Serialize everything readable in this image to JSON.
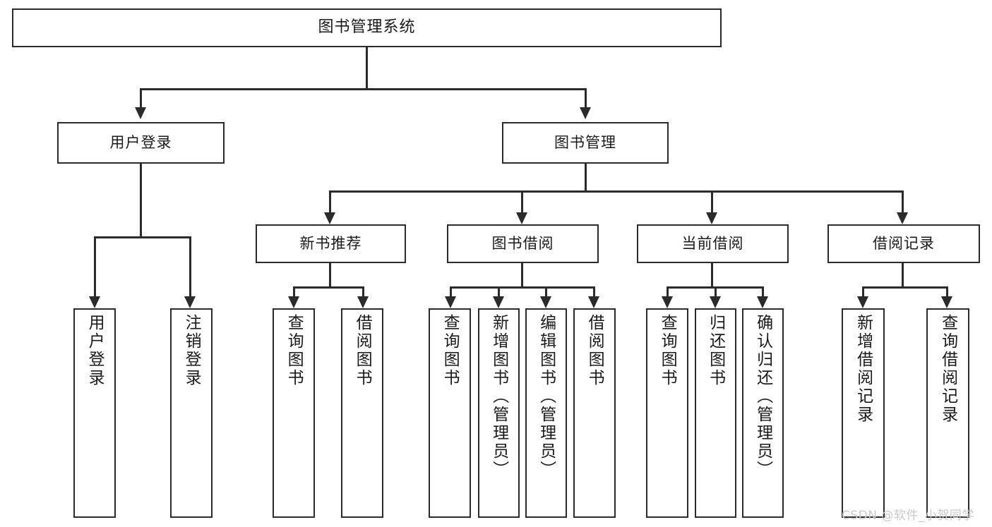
{
  "diagram": {
    "type": "tree",
    "title": "图书管理系统",
    "orientation": "top-down",
    "line_color": "#2b2b2b",
    "box_fill": "#ffffff",
    "levels": 4
  },
  "root": {
    "label": "图书管理系统"
  },
  "level2": [
    {
      "label": "用户登录"
    },
    {
      "label": "图书管理"
    }
  ],
  "level3": [
    {
      "label": "新书推荐"
    },
    {
      "label": "图书借阅"
    },
    {
      "label": "当前借阅"
    },
    {
      "label": "借阅记录"
    }
  ],
  "leaves": {
    "user_login": [
      {
        "label": "用户登录"
      },
      {
        "label": "注销登录"
      }
    ],
    "new_book": [
      {
        "label": "查询图书"
      },
      {
        "label": "借阅图书"
      }
    ],
    "borrow": [
      {
        "label": "查询图书"
      },
      {
        "label": "新增图书（管理员）"
      },
      {
        "label": "编辑图书（管理员）"
      },
      {
        "label": "借阅图书"
      }
    ],
    "current": [
      {
        "label": "查询图书"
      },
      {
        "label": "归还图书"
      },
      {
        "label": "确认归还（管理员）"
      }
    ],
    "records": [
      {
        "label": "新增借阅记录"
      },
      {
        "label": "查询借阅记录"
      }
    ]
  },
  "watermark": {
    "text": "CSDN @软件_小贺同学"
  }
}
